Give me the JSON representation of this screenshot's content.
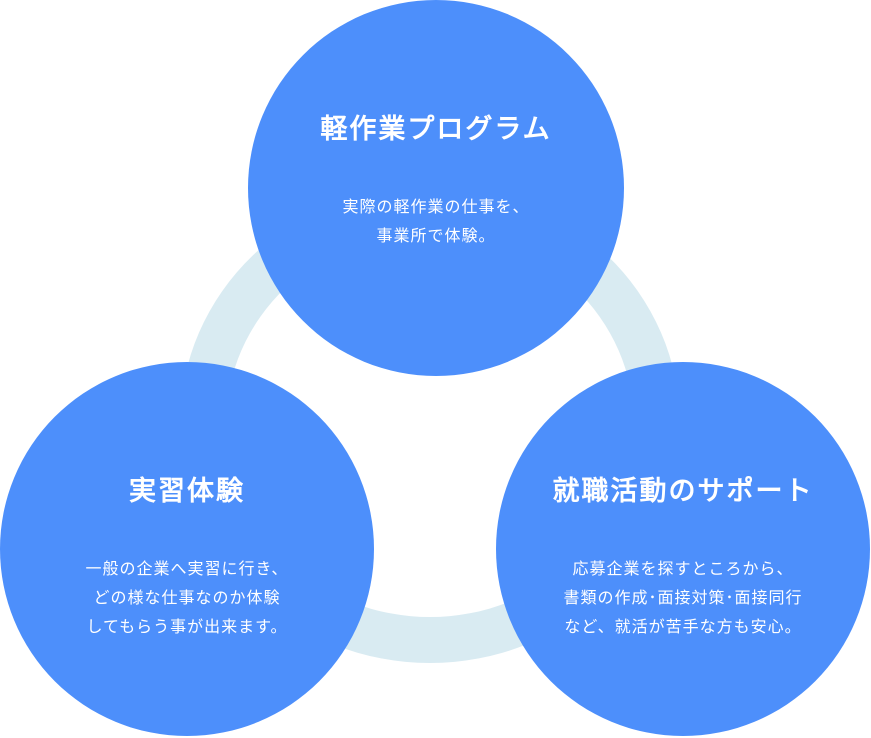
{
  "nodes": {
    "top": {
      "title": "軽作業プログラム",
      "lines": [
        "実際の軽作業の仕事を、",
        "事業所で体験。"
      ]
    },
    "left": {
      "title": "実習体験",
      "lines": [
        "一般の企業へ実習に行き、",
        "どの様な仕事なのか体験",
        "してもらう事が出来ます。"
      ]
    },
    "right": {
      "title": "就職活動のサポート",
      "lines": [
        "応募企業を探すところから、",
        "書類の作成･面接対策･面接同行",
        "など、就活が苦手な方も安心。"
      ]
    }
  },
  "colors": {
    "circle": "#4d8ffb",
    "ring": "#d9ebf2",
    "text": "#ffffff"
  }
}
